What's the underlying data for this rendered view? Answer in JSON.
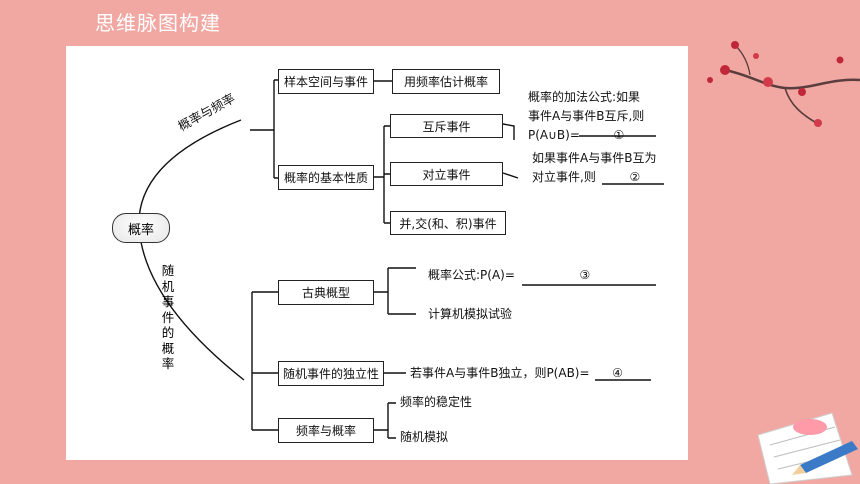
{
  "slide_title": "思维脉图构建",
  "root": "概率",
  "branch1": {
    "label": "概率与频率",
    "nodes": {
      "sample_space": "样本空间与事件",
      "freq_estimate": "用频率估计概率",
      "basic_props": "概率的基本性质",
      "mutual_exclusive": "互斥事件",
      "complementary": "对立事件",
      "union_inter": "并,交(和、积)事件"
    },
    "notes": {
      "add_rule_line1": "概率的加法公式:如果",
      "add_rule_line2": "事件A与事件B互斥,则",
      "add_rule_line3": "P(A∪B)=",
      "blank1": "①",
      "comp_line1": "如果事件A与事件B互为",
      "comp_line2": "对立事件,则",
      "blank2": "②"
    }
  },
  "branch2": {
    "label": "随机事件的概率",
    "nodes": {
      "classical": "古典概型",
      "independence": "随机事件的独立性",
      "freq_prob": "频率与概率"
    },
    "notes": {
      "classical_formula": "概率公式:P(A)=",
      "blank3": "③",
      "computer_sim": "计算机模拟试验",
      "indep_formula": "若事件A与事件B独立，则P(AB)=",
      "blank4": "④",
      "stability": "频率的稳定性",
      "random_sim": "随机模拟"
    }
  }
}
